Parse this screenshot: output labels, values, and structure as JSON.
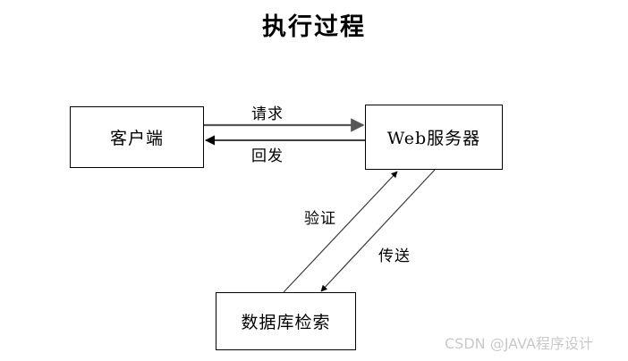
{
  "diagram": {
    "title": "执行过程",
    "nodes": [
      {
        "id": "client",
        "label": "客户端"
      },
      {
        "id": "webserver",
        "label": "Web服务器"
      },
      {
        "id": "database",
        "label": "数据库检索"
      }
    ],
    "edges": [
      {
        "id": "request",
        "label": "请求",
        "from": "client",
        "to": "webserver",
        "direction": "right"
      },
      {
        "id": "postback",
        "label": "回发",
        "from": "webserver",
        "to": "client",
        "direction": "left"
      },
      {
        "id": "verify",
        "label": "验证",
        "from": "database",
        "to": "webserver",
        "direction": "up-right"
      },
      {
        "id": "transmit",
        "label": "传送",
        "from": "webserver",
        "to": "database",
        "direction": "down-left"
      }
    ],
    "colors": {
      "stroke": "#000000",
      "request_arrow": "#555555",
      "background": "#ffffff",
      "watermark": "#c9c9c9"
    }
  },
  "watermark": {
    "text": "CSDN @JAVA程序设计"
  }
}
